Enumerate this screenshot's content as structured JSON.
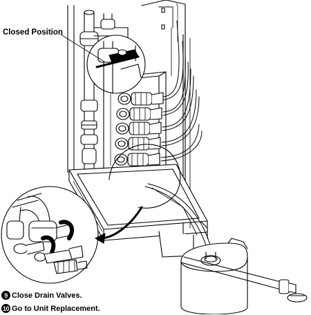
{
  "callout": {
    "label": "Closed Position"
  },
  "steps": [
    {
      "number": "9",
      "text": "Close Drain Valves."
    },
    {
      "number": "10",
      "text": "Go to Unit Replacement."
    }
  ],
  "line_color": "#000000",
  "fill_color": "#ffffff"
}
